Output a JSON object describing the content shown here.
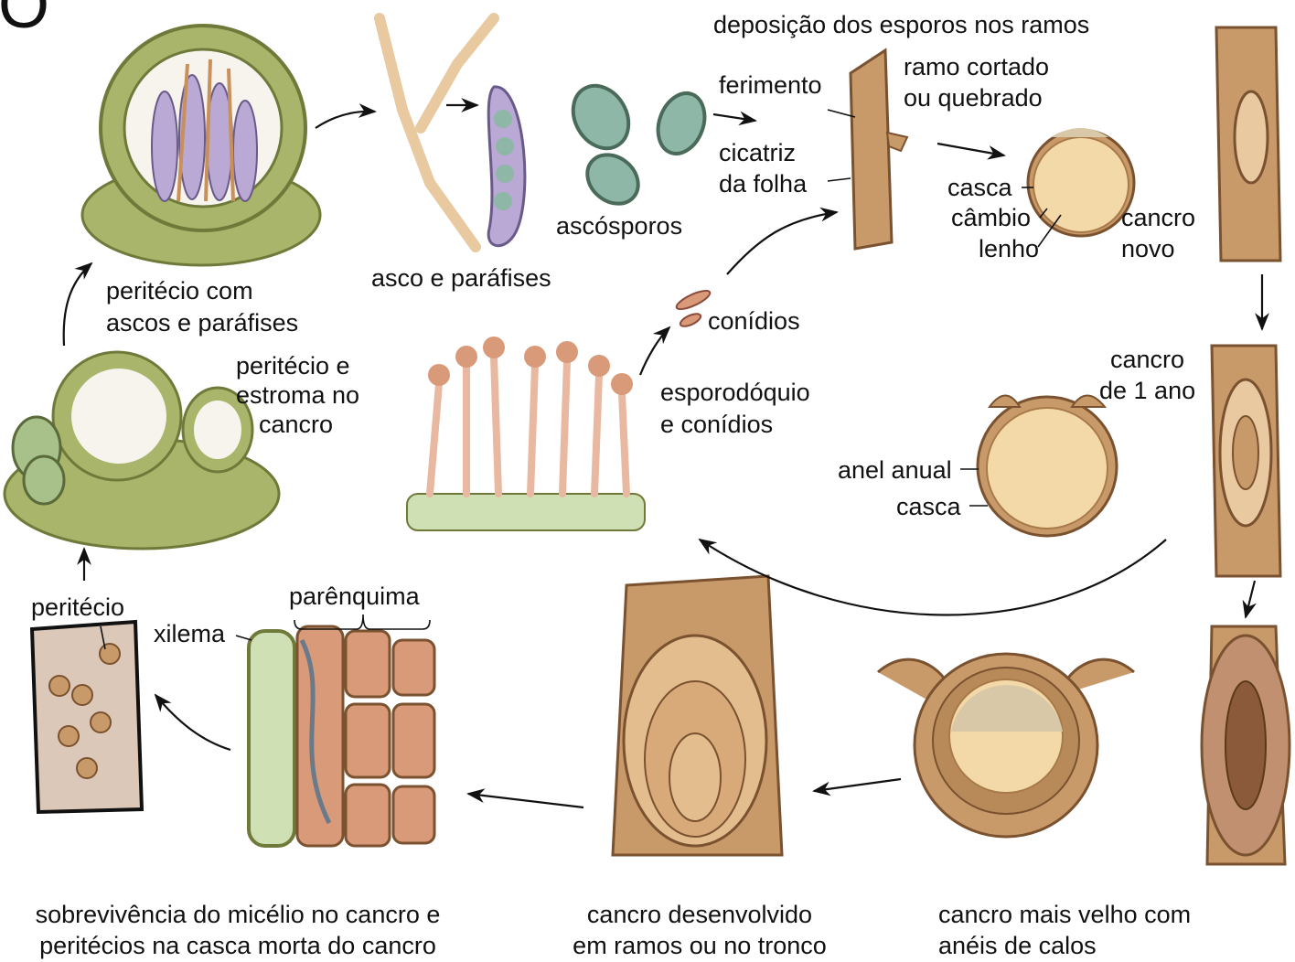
{
  "corner_letter": "O",
  "labels": {
    "deposicao": "deposição dos esporos nos ramos",
    "ferimento": "ferimento",
    "ramo_cortado_1": "ramo cortado",
    "ramo_cortado_2": "ou quebrado",
    "cicatriz_1": "cicatriz",
    "cicatriz_2": "da folha",
    "ascosporos": "ascósporos",
    "casca_top": "casca",
    "cambio": "câmbio",
    "lenho": "lenho",
    "cancro_novo_1": "cancro",
    "cancro_novo_2": "novo",
    "asco_parafises": "asco e paráfises",
    "peritecio_ascos_1": "peritécio com",
    "peritecio_ascos_2": "ascos e paráfises",
    "conidios": "conídios",
    "peritecio_estroma_1": "peritécio e",
    "peritecio_estroma_2": "estroma no",
    "peritecio_estroma_3": "cancro",
    "esporodoquio_1": "esporodóquio",
    "esporodoquio_2": "e conídios",
    "cancro_1ano_1": "cancro",
    "cancro_1ano_2": "de 1 ano",
    "anel_anual": "anel anual",
    "casca_mid": "casca",
    "peritecio": "peritécio",
    "xilema": "xilema",
    "parenquima": "parênquima",
    "bottom_left_1": "sobrevivência do micélio no cancro e",
    "bottom_left_2": "peritécios na casca morta do cancro",
    "bottom_mid_1": "cancro desenvolvido",
    "bottom_mid_2": "em ramos ou no tronco",
    "bottom_right_1": "cancro mais velho com",
    "bottom_right_2": "anéis de calos"
  },
  "colors": {
    "bark": "#c89a6a",
    "bark_dark": "#7a5230",
    "wood": "#f3d9a8",
    "perithecium": "#a8b56a",
    "perithecium_dark": "#6f7a3a",
    "ascus": "#b9a9d4",
    "spore": "#8fb7a8",
    "parenchyma": "#d99a7a",
    "xylem": "#cfe0b5"
  }
}
